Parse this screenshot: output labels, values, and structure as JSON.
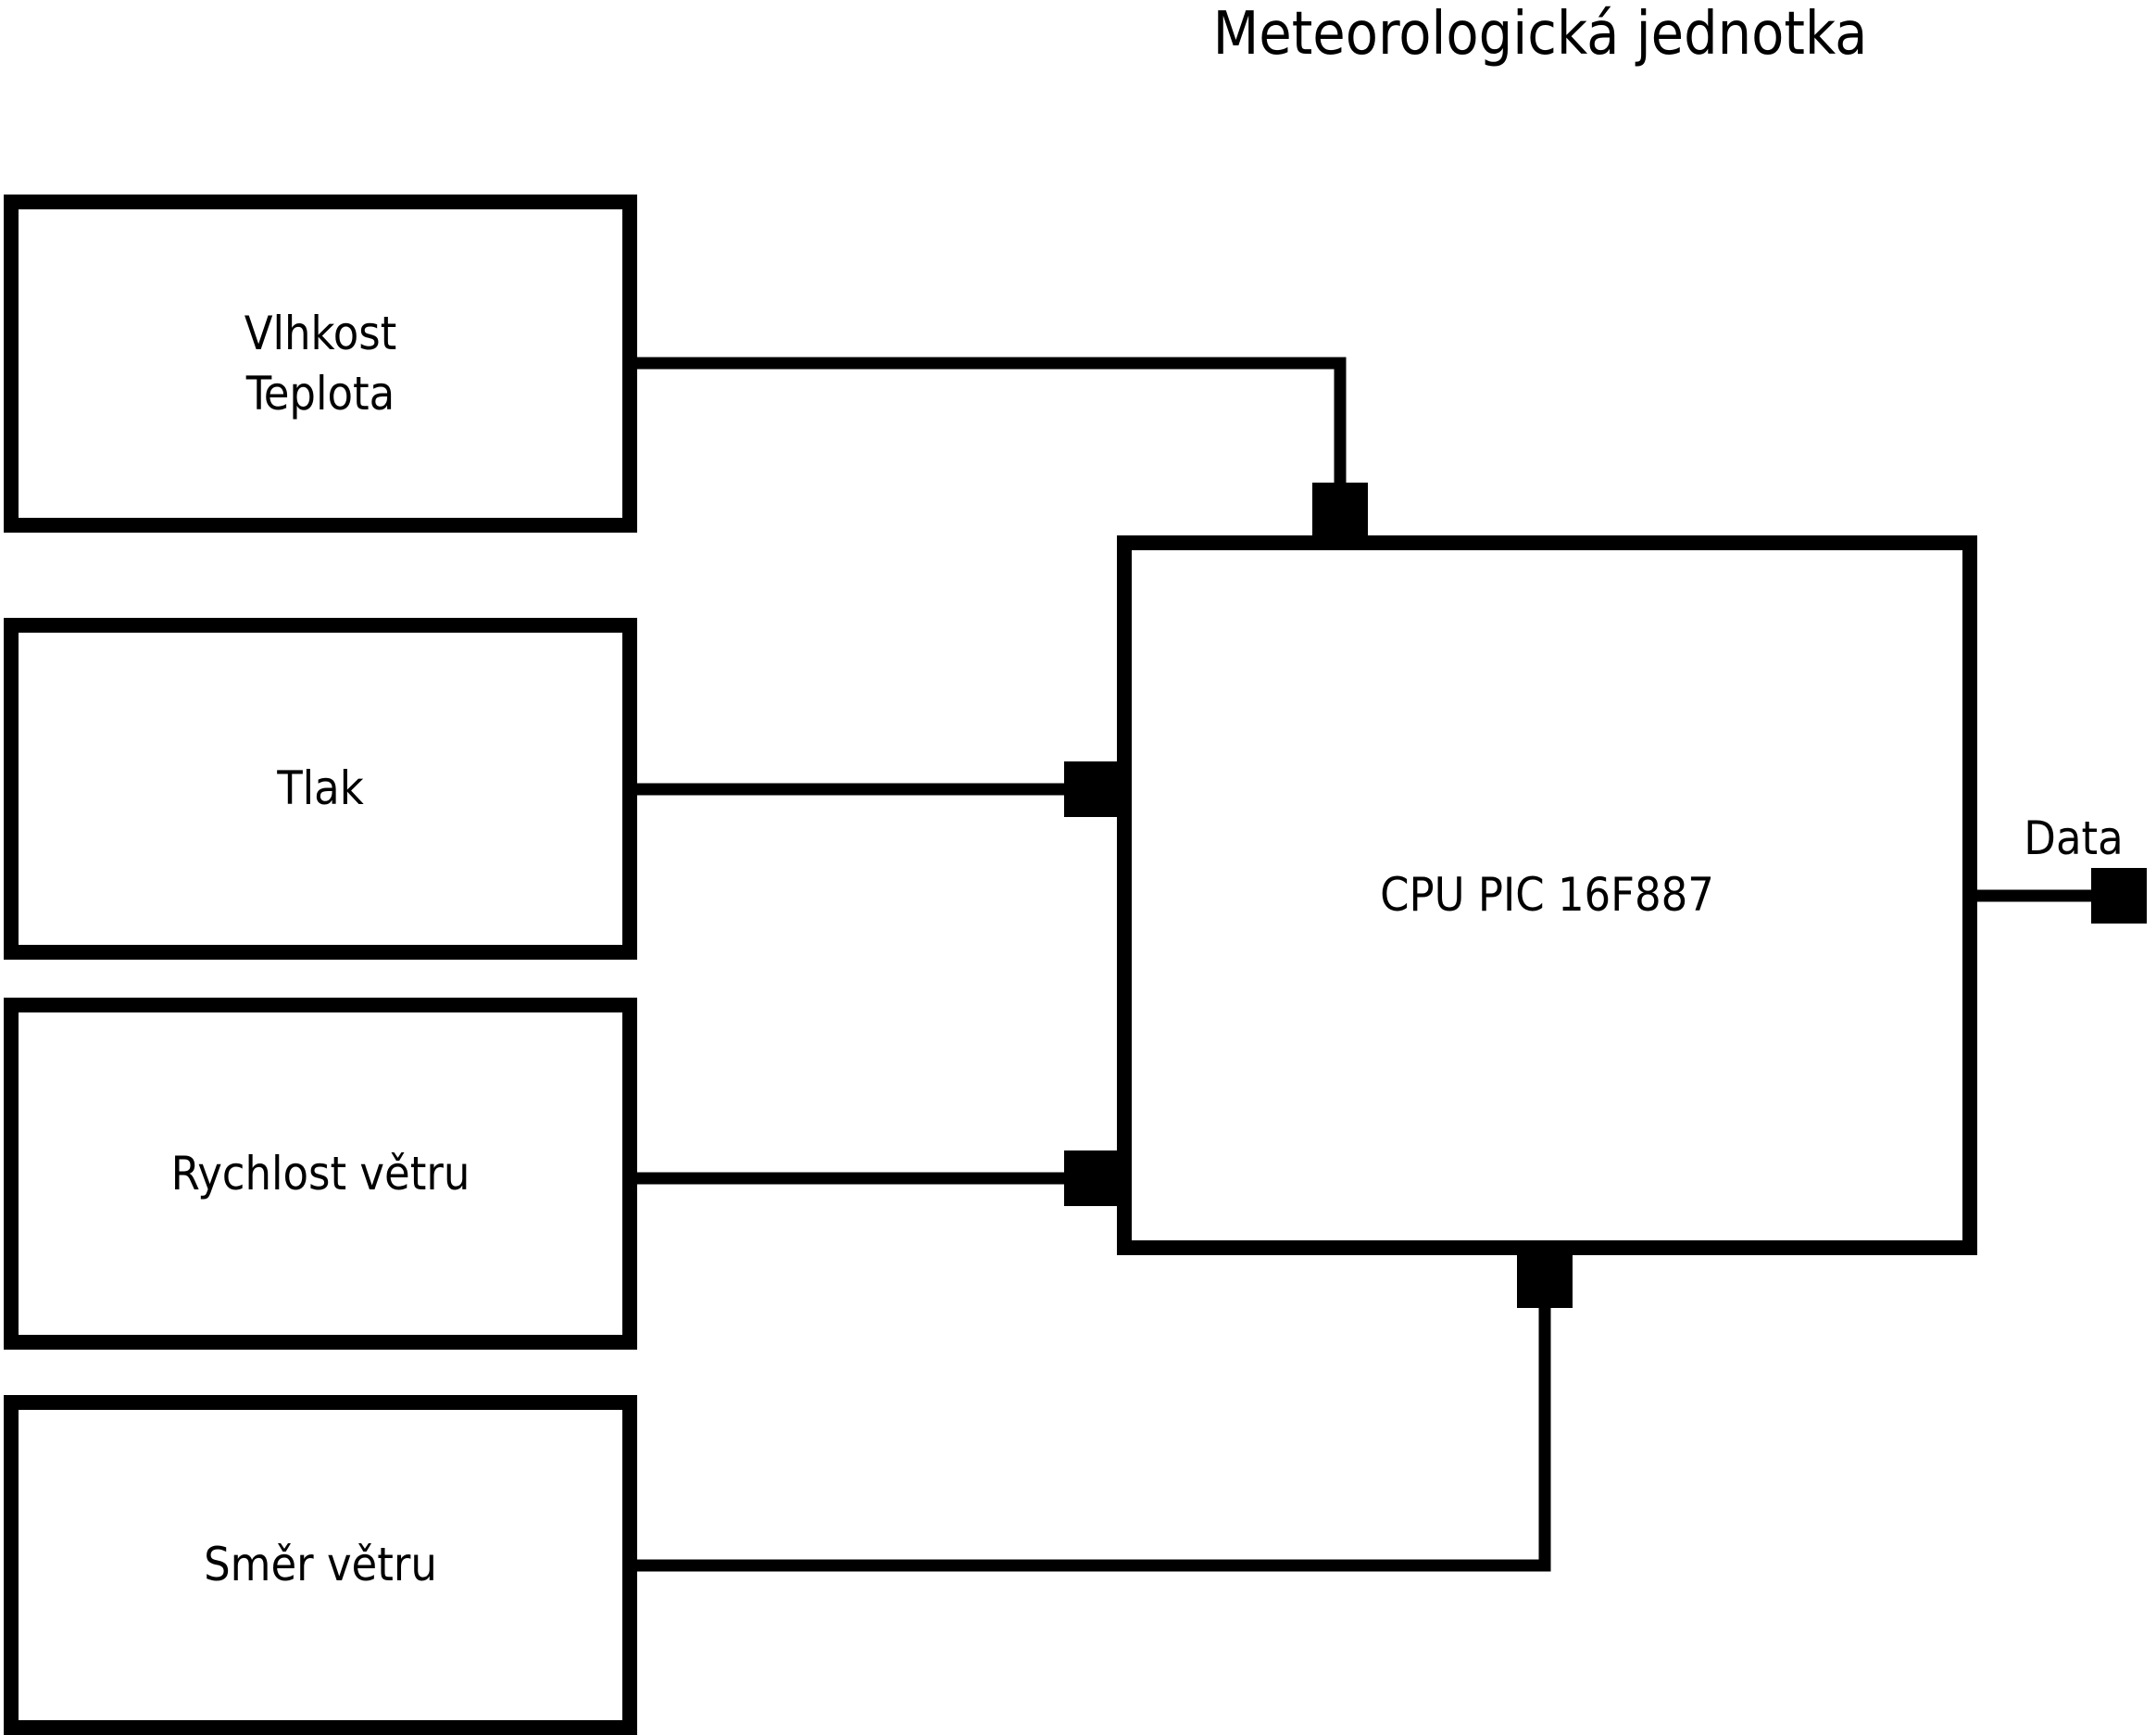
{
  "title": "Meteorologická jednotka",
  "sensors": [
    {
      "label": "Vlhkost\nTeplota"
    },
    {
      "label": "Tlak"
    },
    {
      "label": "Rychlost větru"
    },
    {
      "label": "Směr větru"
    }
  ],
  "cpu": {
    "label": "CPU PIC 16F887"
  },
  "output": {
    "label": "Data"
  },
  "colors": {
    "line": "#000000",
    "background": "#ffffff",
    "text": "#000000"
  }
}
